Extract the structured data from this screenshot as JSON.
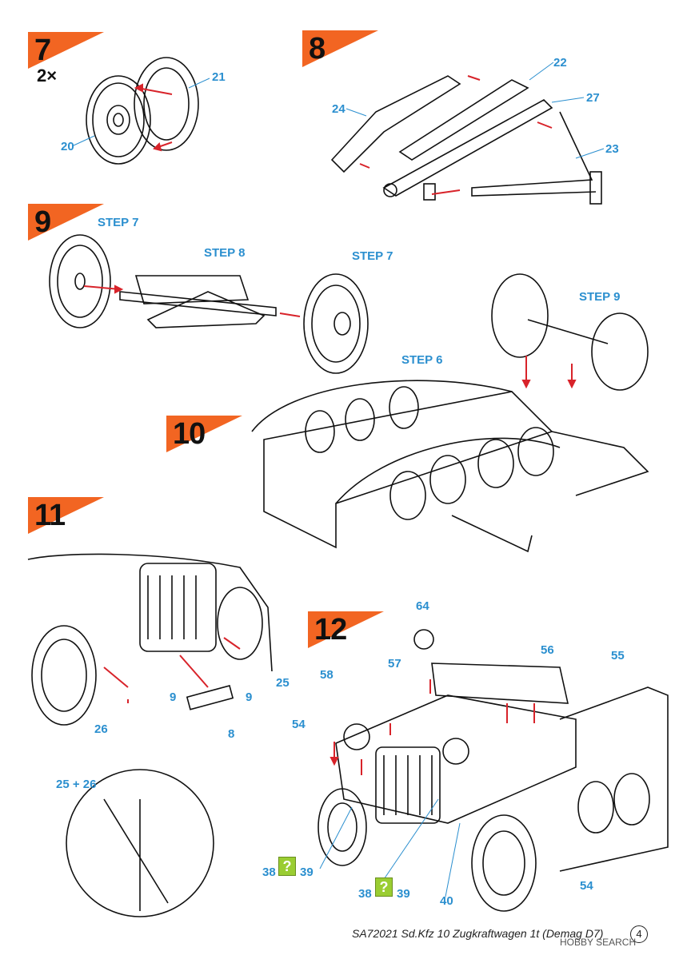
{
  "steps": {
    "s7": "7",
    "s7_mult": "2×",
    "s8": "8",
    "s9": "9",
    "s10": "10",
    "s11": "11",
    "s12": "12"
  },
  "parts": {
    "p21": "21",
    "p20": "20",
    "p22": "22",
    "p27": "27",
    "p24": "24",
    "p23": "23",
    "step7a": "STEP 7",
    "step8": "STEP 8",
    "step7b": "STEP 7",
    "step9": "STEP 9",
    "step6": "STEP 6",
    "p64": "64",
    "p56": "56",
    "p55": "55",
    "p58": "58",
    "p57": "57",
    "p54a": "54",
    "p25a": "25",
    "p9a": "9",
    "p9b": "9",
    "p26": "26",
    "p8": "8",
    "p2526": "25 + 26",
    "p38a": "38",
    "p39a": "39",
    "p38b": "38",
    "p39b": "39",
    "p40": "40",
    "p54b": "54"
  },
  "question_mark": "?",
  "footer": "SA72021  Sd.Kfz 10 Zugkraftwagen 1t (Demag D7)",
  "page_number": "4",
  "watermark": "HOBBY SEARCH",
  "colors": {
    "badge": "#f26522",
    "label": "#2b8fcf",
    "arrow": "#d8232a",
    "qbox": "#9acd32"
  }
}
